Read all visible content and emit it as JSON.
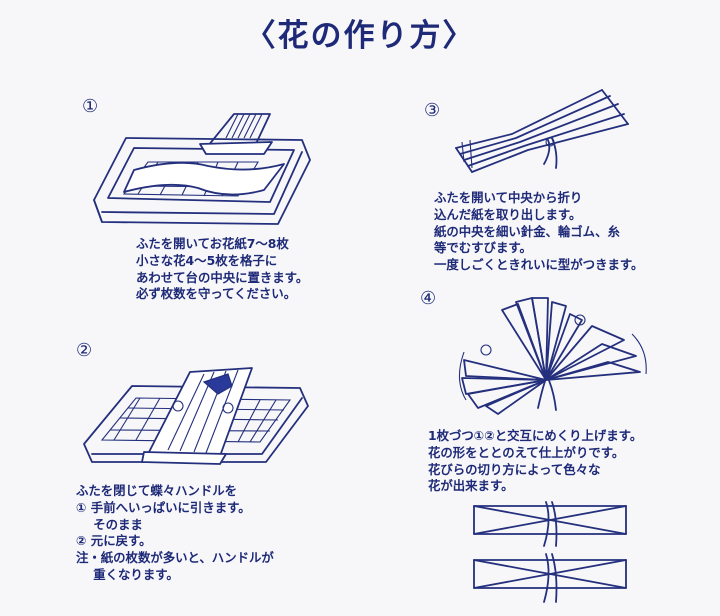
{
  "title": "〈花の作り方〉",
  "steps": [
    {
      "number": "①",
      "lines": [
        "ふたを開いてお花紙7〜8枚",
        "小さな花4〜5枚を格子に",
        "あわせて台の中央に置きます。",
        "必ず枚数を守ってください。"
      ]
    },
    {
      "number": "②",
      "lines": [
        "ふたを閉じて蝶々ハンドルを",
        "① 手前へいっぱいに引きます。",
        "    そのまま",
        "② 元に戻す。",
        "注・紙の枚数が多いと、ハンドルが",
        "    重くなります。"
      ]
    },
    {
      "number": "③",
      "lines": [
        "ふたを開いて中央から折り",
        "込んだ紙を取り出します。",
        "紙の中央を細い針金、輪ゴム、糸",
        "等でむすびます。",
        "一度しごくときれいに型がつきます。"
      ]
    },
    {
      "number": "④",
      "lines": [
        "1枚づつ①②と交互にめくり上げます。",
        "花の形をととのえて仕上がりです。",
        "花びらの切り方によって色々な",
        "花が出来ます。"
      ]
    }
  ],
  "colors": {
    "ink": "#1e2a78",
    "paper": "#f7f7f9"
  }
}
